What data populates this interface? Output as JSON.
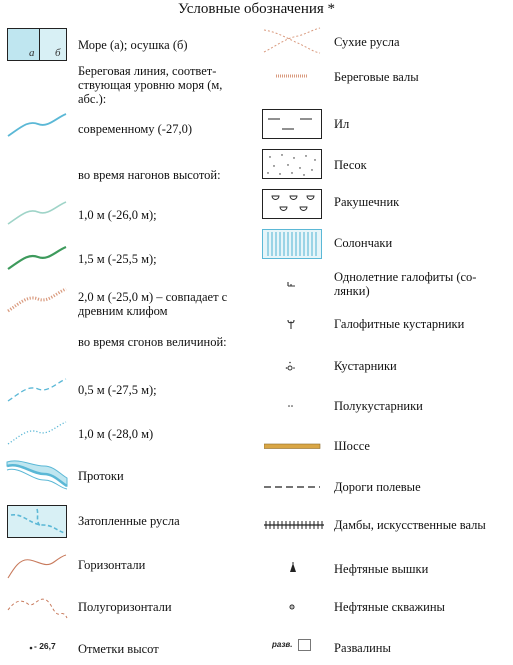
{
  "legend_title": "Условные обозначения *",
  "left_column": {
    "sea_label_a": "а",
    "sea_label_b": "б",
    "sea_text": "Море (а); осушка (б)",
    "coastline_text": "Береговая линия, соответ-ствующая уровню моря (м, абс.):",
    "modern": "современному (-27,0)",
    "surges_heading": "во время нагонов высотой:",
    "surge_1": "1,0 м (-26,0 м);",
    "surge_15": "1,5 м (-25,5 м);",
    "surge_2": "2,0 м (-25,0 м) – совпадает с древним клифом",
    "setdown_heading": "во время сгонов величиной:",
    "setdown_05": "0,5 м (-27,5 м);",
    "setdown_1": "1,0 м (-28,0 м)",
    "channels": "Протоки",
    "flooded_beds": "Затопленные русла",
    "contours": "Горизонтали",
    "half_contours": "Полугоризонтали",
    "spot_heights": "Отметки высот",
    "spot_height_value": "26,7"
  },
  "right_column": {
    "dry_beds": "Сухие русла",
    "beach_ridges": "Береговые валы",
    "silt": "Ил",
    "sand": "Песок",
    "shell": "Ракушечник",
    "solonchak": "Солончаки",
    "annual_halophytes": "Однолетние галофиты (со-лянки)",
    "halophyte_shrubs": "Галофитные кустарники",
    "shrubs": "Кустарники",
    "subshrubs": "Полукустарники",
    "highway": "Шоссе",
    "field_roads": "Дороги полевые",
    "dams": "Дамбы, искусственные валы",
    "oil_derricks": "Нефтяные вышки",
    "oil_wells": "Нефтяные скважины",
    "ruins": "Развалины",
    "ruins_abbr": "разв."
  },
  "colors": {
    "sea": "#bfe6f0",
    "shoal": "#d8f0f5",
    "water_line": "#5bb8d6",
    "surge_light": "#9fd4c8",
    "surge_green": "#3d9a5c",
    "clay_dotted": "#d99a7e",
    "contour": "#c87a5c",
    "highway": "#d9a645"
  }
}
